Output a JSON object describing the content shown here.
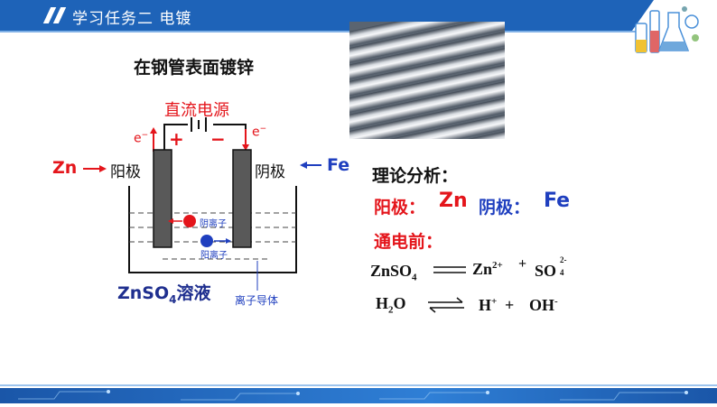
{
  "header": {
    "title": "学习任务二  电镀"
  },
  "diagram": {
    "title": "在钢管表面镀锌",
    "power_source": "直流电源",
    "plus": "+",
    "minus": "−",
    "electron_left": "e",
    "electron_right": "e",
    "electron_sup": "−",
    "anode_name": "阳极",
    "cathode_name": "阴极",
    "zn_label": "Zn",
    "fe_label": "Fe",
    "anion_label": "阴离子",
    "cation_label": "阳离子",
    "solution_main": "ZnSO",
    "solution_sub": "4",
    "solution_suffix": "溶液",
    "conductor_label": "离子导体"
  },
  "analysis": {
    "title": "理论分析：",
    "anode_label": "阳极：",
    "anode_value": "Zn",
    "cathode_label": "阴极：",
    "cathode_value": "Fe",
    "before_label": "通电前：",
    "eq1_left": "ZnSO",
    "eq1_left_sub": "4",
    "eq1_right1": "Zn",
    "eq1_right1_sup": "2+",
    "eq1_plus": "+",
    "eq1_right2": "SO",
    "eq1_right2_sub": "4",
    "eq1_right2_sup": "2-",
    "eq2_left": "H",
    "eq2_left_sub": "2",
    "eq2_left_end": "O",
    "eq2_right1": "H",
    "eq2_right1_sup": "+",
    "eq2_plus": "+",
    "eq2_right2": "OH",
    "eq2_right2_sup": "-"
  },
  "colors": {
    "header": "#1e63b8",
    "red": "#e4151b",
    "blue": "#1f3fbf"
  },
  "icons": {
    "logo": "lab-flasks-icon",
    "photo": "galvanized-pipes-photo"
  }
}
